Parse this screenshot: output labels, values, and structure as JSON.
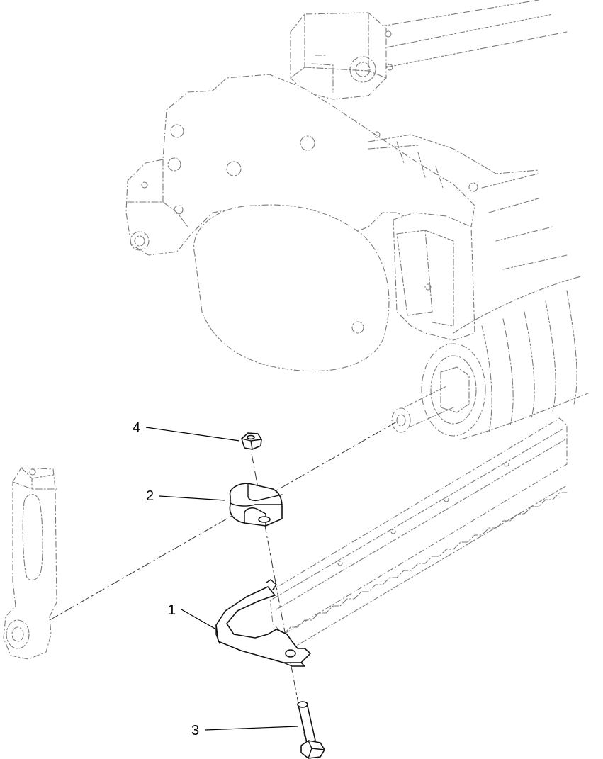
{
  "callouts": [
    {
      "id": "1",
      "label": "1"
    },
    {
      "id": "2",
      "label": "2"
    },
    {
      "id": "3",
      "label": "3"
    },
    {
      "id": "4",
      "label": "4"
    }
  ],
  "colors": {
    "background": "#ffffff",
    "part_outline": "#111111",
    "phantom_outline": "#7a7a7a"
  }
}
